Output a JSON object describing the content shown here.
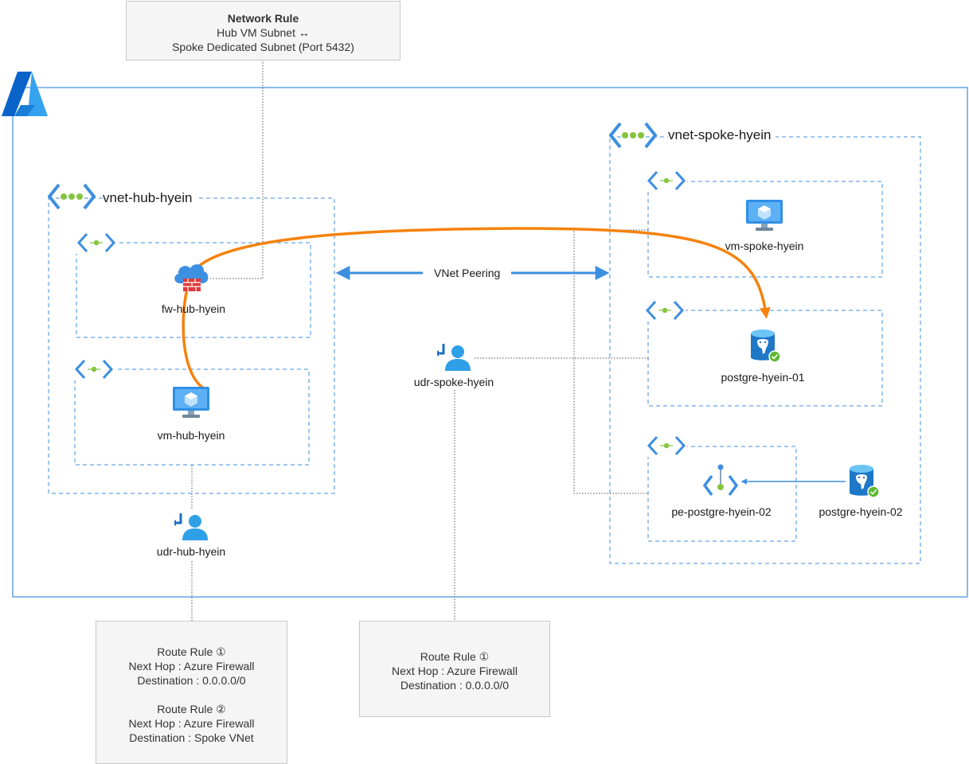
{
  "network_rule": {
    "title": "Network Rule",
    "line1": "Hub VM Subnet ↔",
    "line2": "Spoke Dedicated Subnet (Port 5432)"
  },
  "vnet_hub": {
    "name": "vnet-hub-hyein"
  },
  "vnet_spoke": {
    "name": "vnet-spoke-hyein"
  },
  "peering": {
    "label": "VNet Peering"
  },
  "nodes": {
    "fw_hub": "fw-hub-hyein",
    "vm_hub": "vm-hub-hyein",
    "udr_hub": "udr-hub-hyein",
    "udr_spoke": "udr-spoke-hyein",
    "vm_spoke": "vm-spoke-hyein",
    "postgre_01": "postgre-hyein-01",
    "pe_postgre_02": "pe-postgre-hyein-02",
    "postgre_02": "postgre-hyein-02"
  },
  "route_hub": {
    "rule1_title": "Route Rule ①",
    "rule1_hop": "Next Hop : Azure Firewall",
    "rule1_dest": "Destination : 0.0.0.0/0",
    "rule2_title": "Route Rule ②",
    "rule2_hop": "Next Hop : Azure Firewall",
    "rule2_dest": "Destination : Spoke VNet"
  },
  "route_spoke": {
    "rule1_title": "Route Rule ①",
    "rule1_hop": "Next Hop : Azure Firewall",
    "rule1_dest": "Destination : 0.0.0.0/0"
  },
  "colors": {
    "azure_blue": "#3d8fe0",
    "flow_orange": "#f5820d",
    "vnet_green": "#86c440",
    "firewall_red": "#e03a3a"
  }
}
